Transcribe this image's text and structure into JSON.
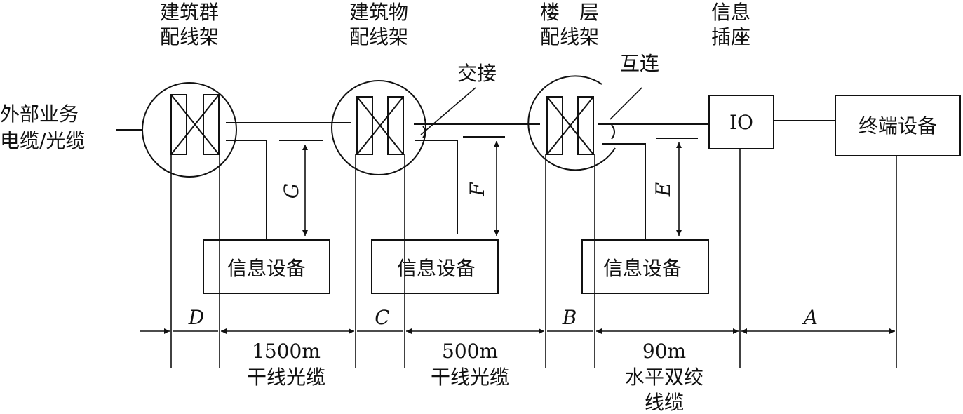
{
  "top_labels": {
    "campus_df": [
      "建筑群",
      "配线架"
    ],
    "building_df": [
      "建筑物",
      "配线架"
    ],
    "floor_df": [
      "楼　层",
      "配线架"
    ],
    "info_outlet": [
      "信息",
      "插座"
    ]
  },
  "external_cable": [
    "外部业务",
    "电缆/光缆"
  ],
  "connection_labels": {
    "cross_connect": "交接",
    "interconnect": "互连"
  },
  "nodes": {
    "io": "IO",
    "terminal": "终端设备",
    "info_equipment_1": "信息设备",
    "info_equipment_2": "信息设备",
    "info_equipment_3": "信息设备"
  },
  "vertical_distances": {
    "g": "G",
    "f": "F",
    "e": "E"
  },
  "segment_letters": {
    "d": "D",
    "c": "C",
    "b": "B",
    "a": "A"
  },
  "segment_specs": {
    "backbone_campus": {
      "length": "1500m",
      "cable": "干线光缆"
    },
    "backbone_building": {
      "length": "500m",
      "cable": "干线光缆"
    },
    "horizontal": {
      "length": "90m",
      "cable_line1": "水平双绞",
      "cable_line2": "线缆"
    }
  }
}
